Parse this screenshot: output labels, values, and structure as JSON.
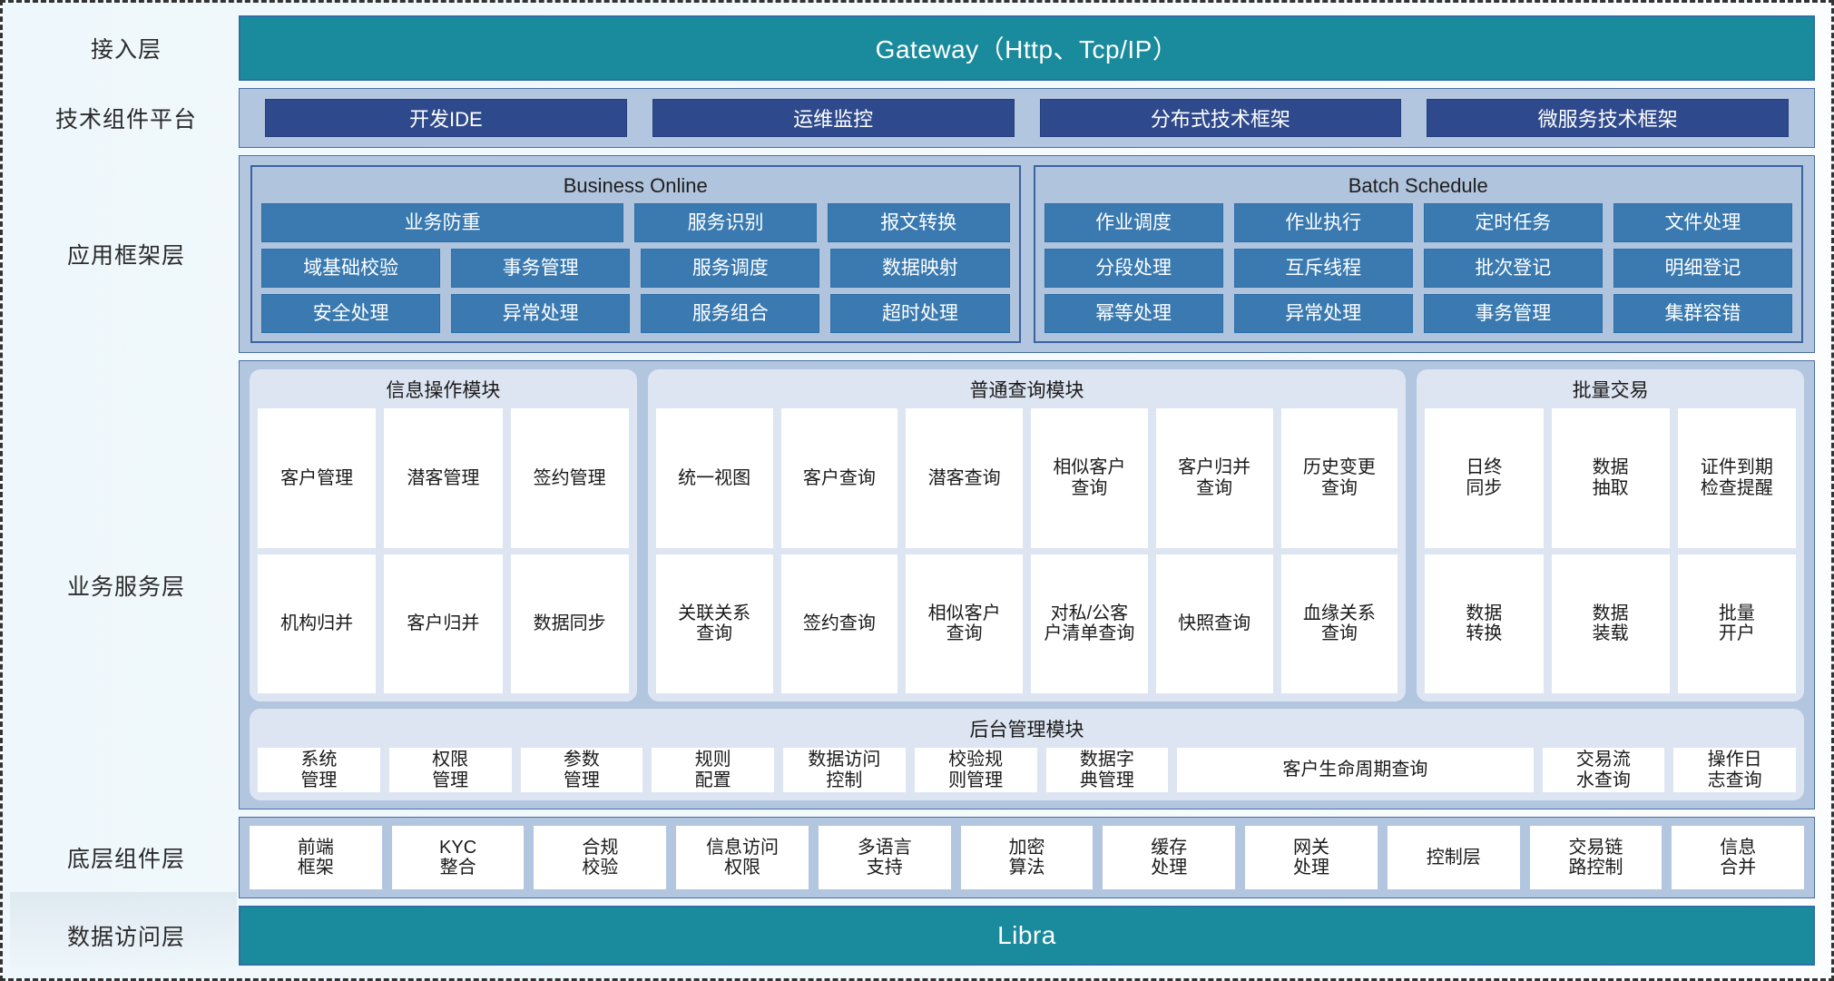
{
  "layers": [
    {
      "label": "接入层"
    },
    {
      "label": "技术组件平台"
    },
    {
      "label": "应用框架层"
    },
    {
      "label": "业务服务层"
    },
    {
      "label": "底层组件层"
    },
    {
      "label": "数据访问层"
    }
  ],
  "access_layer": {
    "label": "接入层",
    "banner": "Gateway（Http、Tcp/IP）"
  },
  "tech_platform": {
    "label": "技术组件平台",
    "items": [
      "开发IDE",
      "运维监控",
      "分布式技术框架",
      "微服务技术框架"
    ]
  },
  "app_framework": {
    "label": "应用框架层",
    "groups": [
      {
        "title": "Business Online",
        "rows": [
          [
            {
              "text": "业务防重",
              "span": 2
            },
            {
              "text": "服务识别",
              "span": 1
            },
            {
              "text": "报文转换",
              "span": 1
            }
          ],
          [
            {
              "text": "域基础校验",
              "span": 1
            },
            {
              "text": "事务管理",
              "span": 1
            },
            {
              "text": "服务调度",
              "span": 1
            },
            {
              "text": "数据映射",
              "span": 1
            }
          ],
          [
            {
              "text": "安全处理",
              "span": 1
            },
            {
              "text": "异常处理",
              "span": 1
            },
            {
              "text": "服务组合",
              "span": 1
            },
            {
              "text": "超时处理",
              "span": 1
            }
          ]
        ]
      },
      {
        "title": "Batch Schedule",
        "rows": [
          [
            {
              "text": "作业调度",
              "span": 1
            },
            {
              "text": "作业执行",
              "span": 1
            },
            {
              "text": "定时任务",
              "span": 1
            },
            {
              "text": "文件处理",
              "span": 1
            }
          ],
          [
            {
              "text": "分段处理",
              "span": 1
            },
            {
              "text": "互斥线程",
              "span": 1
            },
            {
              "text": "批次登记",
              "span": 1
            },
            {
              "text": "明细登记",
              "span": 1
            }
          ],
          [
            {
              "text": "幂等处理",
              "span": 1
            },
            {
              "text": "异常处理",
              "span": 1
            },
            {
              "text": "事务管理",
              "span": 1
            },
            {
              "text": "集群容错",
              "span": 1
            }
          ]
        ]
      }
    ]
  },
  "business_service": {
    "label": "业务服务层",
    "modules": [
      {
        "title": "信息操作模块",
        "flex": 3,
        "rows": [
          [
            "客户管理",
            "潜客管理",
            "签约管理"
          ],
          [
            "机构归并",
            "客户归并",
            "数据同步"
          ]
        ]
      },
      {
        "title": "普通查询模块",
        "flex": 6,
        "rows": [
          [
            "统一视图",
            "客户查询",
            "潜客查询",
            "相似客户\n查询",
            "客户归并\n查询",
            "历史变更\n查询"
          ],
          [
            "关联关系\n查询",
            "签约查询",
            "相似客户\n查询",
            "对私/公客\n户清单查询",
            "快照查询",
            "血缘关系\n查询"
          ]
        ]
      },
      {
        "title": "批量交易",
        "flex": 3,
        "rows": [
          [
            "日终\n同步",
            "数据\n抽取",
            "证件到期\n检查提醒"
          ],
          [
            "数据\n转换",
            "数据\n装载",
            "批量\n开户"
          ]
        ]
      }
    ],
    "admin_module": {
      "title": "后台管理模块",
      "items": [
        {
          "text": "系统\n管理",
          "span": 1
        },
        {
          "text": "权限\n管理",
          "span": 1
        },
        {
          "text": "参数\n管理",
          "span": 1
        },
        {
          "text": "规则\n配置",
          "span": 1
        },
        {
          "text": "数据访问\n控制",
          "span": 1
        },
        {
          "text": "校验规\n则管理",
          "span": 1
        },
        {
          "text": "数据字\n典管理",
          "span": 1
        },
        {
          "text": "客户生命周期查询",
          "span": 3
        },
        {
          "text": "交易流\n水查询",
          "span": 1
        },
        {
          "text": "操作日\n志查询",
          "span": 1
        }
      ]
    }
  },
  "base_components": {
    "label": "底层组件层",
    "items": [
      {
        "text": "前端\n框架",
        "span": 1
      },
      {
        "text": "KYC\n整合",
        "span": 1
      },
      {
        "text": "合规\n校验",
        "span": 1
      },
      {
        "text": "信息访问\n权限",
        "span": 1
      },
      {
        "text": "多语言\n支持",
        "span": 1
      },
      {
        "text": "加密\n算法",
        "span": 1
      },
      {
        "text": "缓存\n处理",
        "span": 1
      },
      {
        "text": "网关\n处理",
        "span": 1
      },
      {
        "text": "控制层",
        "span": 1
      },
      {
        "text": "交易链\n路控制",
        "span": 1
      },
      {
        "text": "信息\n合并",
        "span": 1
      }
    ]
  },
  "data_access": {
    "label": "数据访问层",
    "banner": "Libra"
  },
  "colors": {
    "teal": "#1a8b9d",
    "navy": "#2f4a8c",
    "steel": "#3a7ab0",
    "panel": "#b3c6e0",
    "module": "#dde5f2",
    "cell": "#ffffff",
    "border": "#4a6fa5",
    "background": "#eef7fb"
  }
}
